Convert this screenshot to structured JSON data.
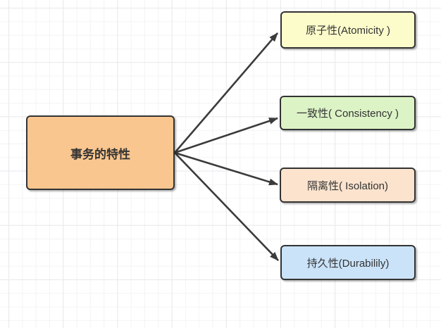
{
  "diagram": {
    "root": {
      "label": "事务的特性",
      "fill": "#FAC68F"
    },
    "children": [
      {
        "id": "atomicity",
        "label": "原子性(Atomicity )",
        "fill": "#FCFCCB"
      },
      {
        "id": "consistency",
        "label": "一致性( Consistency )",
        "fill": "#DCF3C6"
      },
      {
        "id": "isolation",
        "label": "隔离性( Isolation)",
        "fill": "#FBE3CD"
      },
      {
        "id": "durability",
        "label": "持久性(Durabilily)",
        "fill": "#CAE3F9"
      }
    ],
    "colors": {
      "border": "#333333",
      "text": "#333333",
      "arrow": "#3b3b3b",
      "background": "#ffffff",
      "grid_minor": "#f3f4f5",
      "grid_major": "#e7e9eb"
    }
  }
}
